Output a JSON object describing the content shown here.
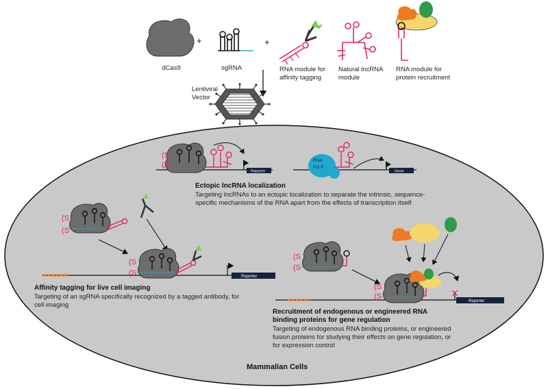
{
  "components": {
    "dcas9": "dCas9",
    "sgrna": "sgRNA",
    "affinity_module": "RNA module for affinity tagging",
    "lncrna_module": "Natural lncRNA module",
    "recruitment_module": "RNA module for protein recruitment",
    "plus": "+"
  },
  "vector": {
    "label": "Lentiviral Vector"
  },
  "ectopic": {
    "title": "Ectopic lncRNA localization",
    "description": "Targeting lncRNAs to an ectopic localization to separate the intrinsic, sequence-specific mechanisms of the RNA apart from the effects of transcription itself"
  },
  "affinity": {
    "title": "Affinity tagging for live cell imaging",
    "description": "Targeting of an sgRNA specifically recognized by a tagged antibody, for cell imaging"
  },
  "recruitment": {
    "title": "Recruitment of endogenous or engineered RNA binding proteins for gene regulation",
    "description": "Targeting of endogenous RNA binding proteins, or engineered fusion proteins for studying their effects on gene regulation, or for expression control"
  },
  "gene_labels": {
    "reporter": "Reporter",
    "gene": "Gene",
    "rna_pol": "RNA Pol II"
  },
  "cell": {
    "label": "Mammalian Cells"
  },
  "colors": {
    "cell_fill": "#c9c9c9",
    "dcas9": "#6d6d6d",
    "rna_pink": "#e0245e",
    "dna_blue": "#2aa7c9",
    "polymerase": "#22a7cf",
    "navy": "#17233d",
    "orange": "#f07a22",
    "yellow": "#f5d66b",
    "green": "#2e9a4c"
  }
}
